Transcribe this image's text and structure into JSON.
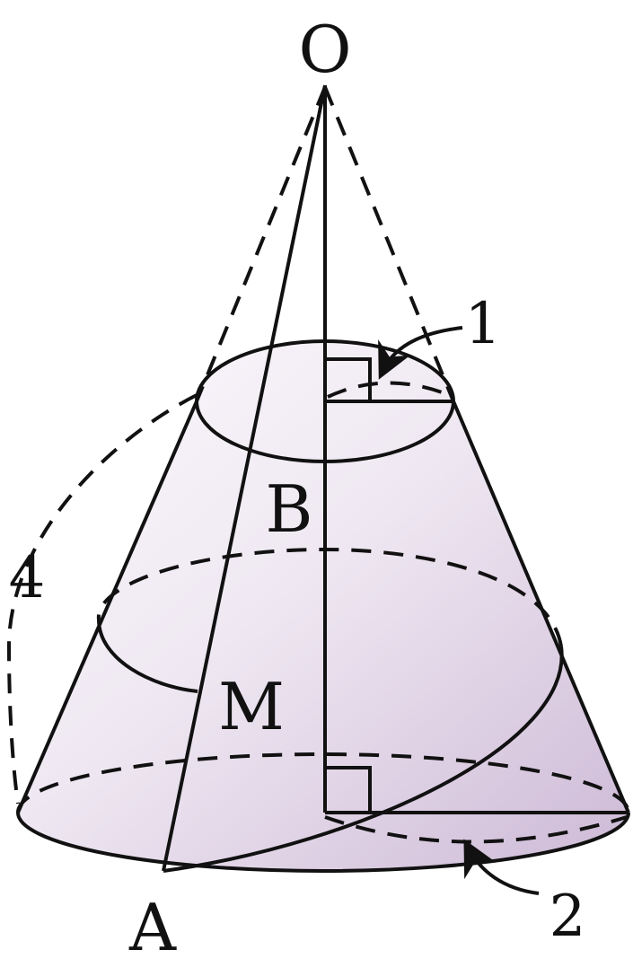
{
  "labels": {
    "apex": "O",
    "base_point": "A",
    "top_center": "B",
    "path_point": "M",
    "top_radius": "1",
    "bottom_radius": "2",
    "slant_length": "4"
  },
  "colors": {
    "fill_light": "#fbf9fc",
    "fill_dark": "#d4c2dc",
    "stroke": "#111111"
  }
}
